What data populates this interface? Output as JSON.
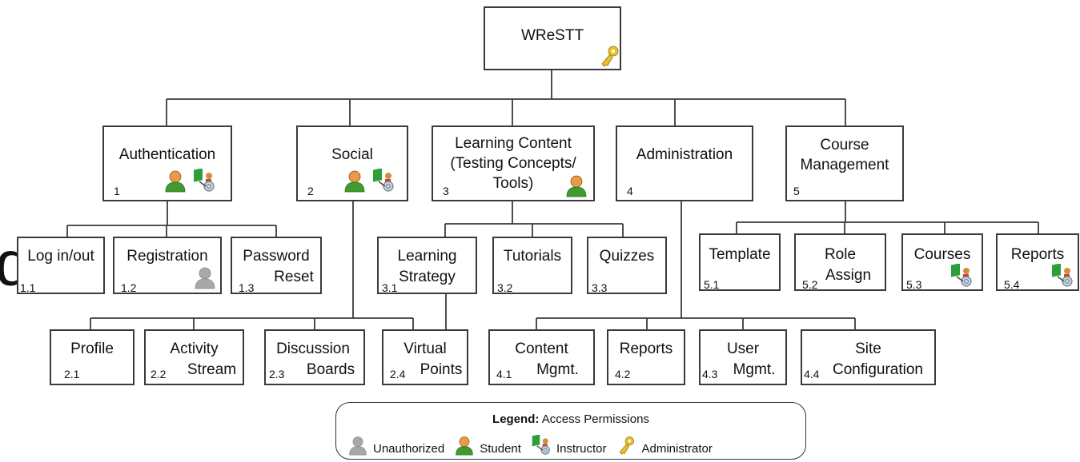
{
  "edge_glyph": "d",
  "root": {
    "label": "WReSTT",
    "icons": [
      "administrator-icon"
    ]
  },
  "sections": [
    {
      "id": "n1",
      "label_lines": [
        "Authentication"
      ],
      "number": "1",
      "icons": [
        "student-icon",
        "instructor-icon"
      ]
    },
    {
      "id": "n2",
      "label_lines": [
        "Social"
      ],
      "number": "2",
      "icons": [
        "student-icon",
        "instructor-icon"
      ]
    },
    {
      "id": "n3",
      "label_lines": [
        "Learning Content",
        "(Testing Concepts/",
        "Tools)"
      ],
      "number": "3",
      "icons": [
        "student-icon"
      ]
    },
    {
      "id": "n4",
      "label_lines": [
        "Administration"
      ],
      "number": "4",
      "icons": []
    },
    {
      "id": "n5",
      "label_lines": [
        "Course",
        "Management"
      ],
      "number": "5",
      "icons": []
    }
  ],
  "subsections": [
    {
      "id": "n11",
      "label_lines": [
        "Log in/out"
      ],
      "number": "1.1",
      "icons": []
    },
    {
      "id": "n12",
      "label_lines": [
        "Registration"
      ],
      "number": "1.2",
      "icons": [
        "unauthorized-icon"
      ]
    },
    {
      "id": "n13",
      "label_lines": [
        "Password",
        "Reset"
      ],
      "number": "1.3",
      "icons": []
    },
    {
      "id": "n31",
      "label_lines": [
        "Learning",
        "Strategy"
      ],
      "number": "3.1",
      "icons": []
    },
    {
      "id": "n32",
      "label_lines": [
        "Tutorials"
      ],
      "number": "3.2",
      "icons": []
    },
    {
      "id": "n33",
      "label_lines": [
        "Quizzes"
      ],
      "number": "3.3",
      "icons": []
    },
    {
      "id": "n51",
      "label_lines": [
        "Template"
      ],
      "number": "5.1",
      "icons": []
    },
    {
      "id": "n52",
      "label_lines": [
        "Role",
        "Assign"
      ],
      "number": "5.2",
      "icons": []
    },
    {
      "id": "n53",
      "label_lines": [
        "Courses"
      ],
      "number": "5.3",
      "icons": [
        "instructor-icon"
      ]
    },
    {
      "id": "n54",
      "label_lines": [
        "Reports"
      ],
      "number": "5.4",
      "icons": [
        "instructor-icon"
      ]
    },
    {
      "id": "n21",
      "label_lines": [
        "Profile"
      ],
      "number": "2.1",
      "icons": []
    },
    {
      "id": "n22",
      "label_lines": [
        "Activity",
        "Stream"
      ],
      "number": "2.2",
      "icons": []
    },
    {
      "id": "n23",
      "label_lines": [
        "Discussion",
        "Boards"
      ],
      "number": "2.3",
      "icons": []
    },
    {
      "id": "n24",
      "label_lines": [
        "Virtual",
        "Points"
      ],
      "number": "2.4",
      "icons": []
    },
    {
      "id": "n41",
      "label_lines": [
        "Content",
        "Mgmt."
      ],
      "number": "4.1",
      "icons": []
    },
    {
      "id": "n42",
      "label_lines": [
        "Reports"
      ],
      "number": "4.2",
      "icons": []
    },
    {
      "id": "n43",
      "label_lines": [
        "User",
        "Mgmt."
      ],
      "number": "4.3",
      "icons": []
    },
    {
      "id": "n44",
      "label_lines": [
        "Site",
        "Configuration"
      ],
      "number": "4.4",
      "icons": []
    }
  ],
  "legend": {
    "title_bold": "Legend:",
    "title_rest": " Access Permissions",
    "items": [
      {
        "icon": "unauthorized-icon",
        "label": "Unauthorized"
      },
      {
        "icon": "student-icon",
        "label": "Student"
      },
      {
        "icon": "instructor-icon",
        "label": "Instructor"
      },
      {
        "icon": "administrator-icon",
        "label": "Administrator"
      }
    ]
  },
  "colors": {
    "line": "#3a3a3a",
    "student": "#3f9b2e",
    "student_head": "#e99a47",
    "unauthorized": "#a8a8a8",
    "administrator": "#e8c22a"
  }
}
